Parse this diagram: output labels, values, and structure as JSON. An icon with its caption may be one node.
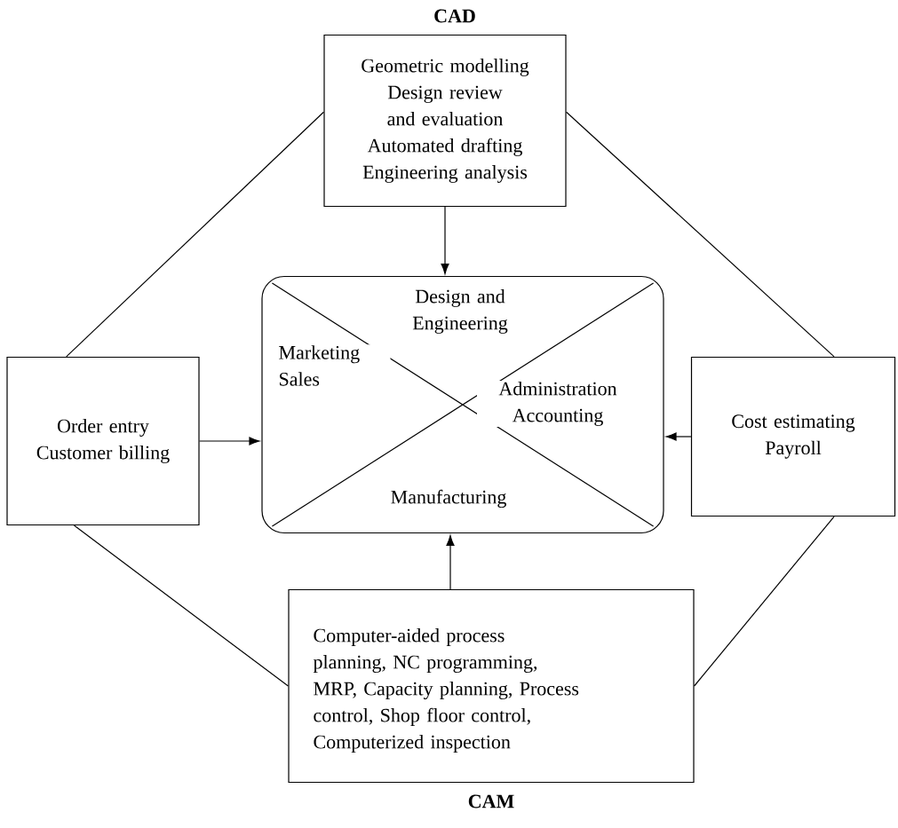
{
  "diagram": {
    "nodes": [
      {
        "text": [
          "CAD",
          "Geometric modelling",
          "Design review and evaluation",
          "Automated drafting",
          "Engineering analysis"
        ]
      },
      {
        "text": [
          "Order entry",
          "Customer billing"
        ]
      },
      {
        "text": [
          "Design and Engineering",
          "Marketing Sales",
          "Administration Accounting",
          "Manufacturing"
        ]
      },
      {
        "text": [
          "Cost estimating",
          "Payroll"
        ]
      },
      {
        "text": [
          "Computer-aided process planning, NC programming, MRP, Capacity planning, Process control, Shop floor control, Computerized inspection",
          "CAM"
        ]
      }
    ],
    "edges": [
      {
        "from": 0,
        "to": 2,
        "arrow": "to"
      },
      {
        "from": 1,
        "to": 2,
        "arrow": "to"
      },
      {
        "from": 3,
        "to": 2,
        "arrow": "to"
      },
      {
        "from": 4,
        "to": 2,
        "arrow": "to"
      },
      {
        "from": 0,
        "to": 1,
        "arrow": "none"
      },
      {
        "from": 0,
        "to": 3,
        "arrow": "none"
      },
      {
        "from": 1,
        "to": 4,
        "arrow": "none"
      },
      {
        "from": 3,
        "to": 4,
        "arrow": "none"
      }
    ]
  }
}
